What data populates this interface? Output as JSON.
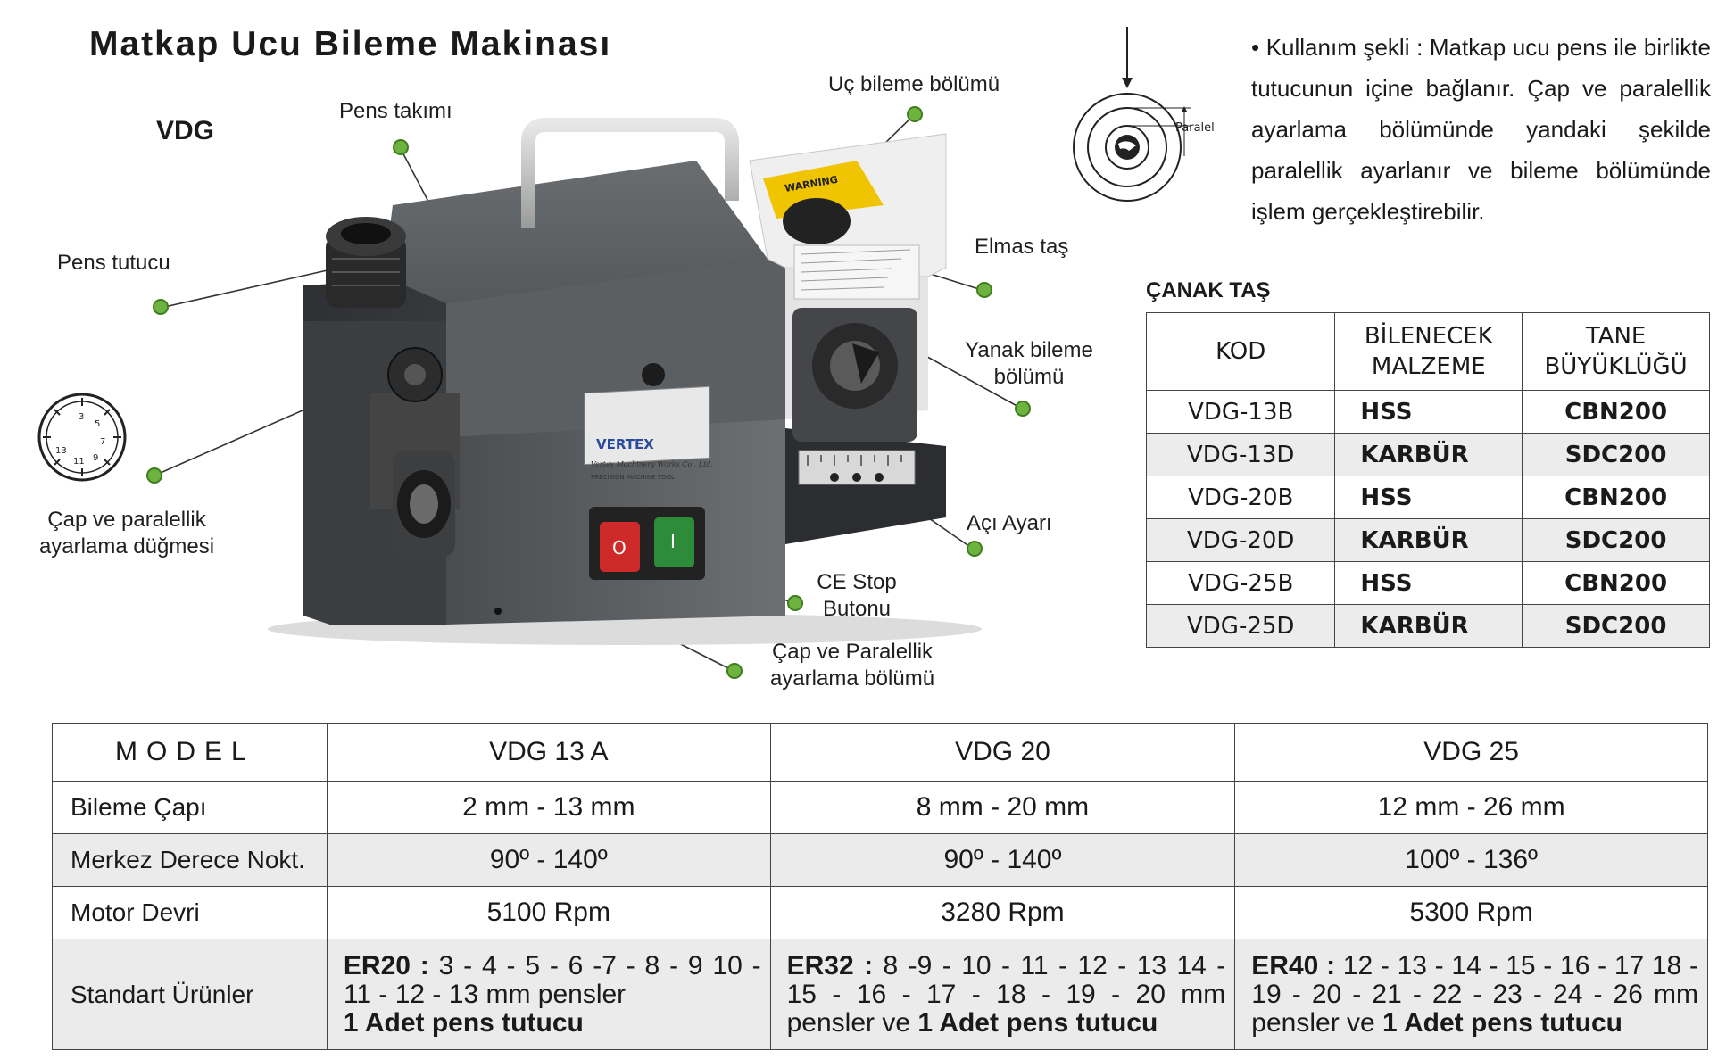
{
  "title": "Matkap Ucu Bileme Makinası",
  "subtitle": "VDG",
  "callouts": {
    "pens_takimi": "Pens takımı",
    "uc_bileme": "Uç bileme bölümü",
    "pens_tutucu": "Pens tutucu",
    "elmas_tas": "Elmas taş",
    "yanak_1": "Yanak bileme",
    "yanak_2": "bölümü",
    "cap_dugme_1": "Çap ve paralellik",
    "cap_dugme_2": "ayarlama düğmesi",
    "aci_ayari": "Açı Ayarı",
    "ce_1": "CE Stop",
    "ce_2": "Butonu",
    "cap_bolum_1": "Çap ve Paralellik",
    "cap_bolum_2": "ayarlama bölümü"
  },
  "machine": {
    "warning_label": "WARNING",
    "brand": "VERTEX",
    "brand_sub": "Vertex Machinery Works Co., Ltd.",
    "brand_sub2": "PRECISION MACHINE TOOL",
    "stop_symbol": "O",
    "start_symbol": "I"
  },
  "dial_numbers": [
    "3",
    "5",
    "7",
    "9",
    "11",
    "13"
  ],
  "diagram_label": "Paralel",
  "description_lines": [
    "• Kullanım şekli : Matkap ucu pens ile birlikte",
    "tutucunun içine bağlanır. Çap ve paralellik",
    "ayarlama bölümünde yandaki şekilde",
    "paralellik ayarlanır ve bileme  bölümünde",
    "işlem gerçekleştirebilir."
  ],
  "canak": {
    "title": "ÇANAK TAŞ",
    "headers": [
      [
        "KOD"
      ],
      [
        "BİLENECEK",
        "MALZEME"
      ],
      [
        "TANE",
        "BÜYÜKLÜĞÜ"
      ]
    ],
    "rows": [
      [
        "VDG-13B",
        "HSS",
        "CBN200"
      ],
      [
        "VDG-13D",
        "KARBÜR",
        "SDC200"
      ],
      [
        "VDG-20B",
        "HSS",
        "CBN200"
      ],
      [
        "VDG-20D",
        "KARBÜR",
        "SDC200"
      ],
      [
        "VDG-25B",
        "HSS",
        "CBN200"
      ],
      [
        "VDG-25D",
        "KARBÜR",
        "SDC200"
      ]
    ]
  },
  "spec": {
    "header": [
      "MODEL",
      "VDG 13 A",
      "VDG 20",
      "VDG 25"
    ],
    "rows": [
      [
        "Bileme Çapı",
        "2 mm - 13 mm",
        "8 mm - 20 mm",
        "12 mm - 26 mm"
      ],
      [
        "Merkez Derece Nokt.",
        "90º - 140º",
        "90º - 140º",
        "100º - 136º"
      ],
      [
        "Motor Devri",
        "5100 Rpm",
        "3280 Rpm",
        "5300 Rpm"
      ]
    ],
    "standard_label": "Standart Ürünler",
    "standard": [
      {
        "code": "ER20 :",
        "text": " 3 - 4 - 5 - 6 -7 - 8 - 9 10 - 11 - 12 - 13 mm pensler",
        "bold_tail": "1 Adet pens tutucu"
      },
      {
        "code": "ER32 :",
        "text": " 8 -9 - 10 - 11 - 12 - 13 14 - 15 - 16 - 17 - 18 - 19 - 20 mm pensler ve ",
        "bold_tail": "1 Adet pens tutucu"
      },
      {
        "code": "ER40 :",
        "text": " 12 - 13 - 14 - 15 - 16 - 17 18 - 19 - 20 - 21 - 22 - 23 - 24 - 26 mm pensler ve ",
        "bold_tail": "1 Adet pens tutucu"
      }
    ]
  }
}
